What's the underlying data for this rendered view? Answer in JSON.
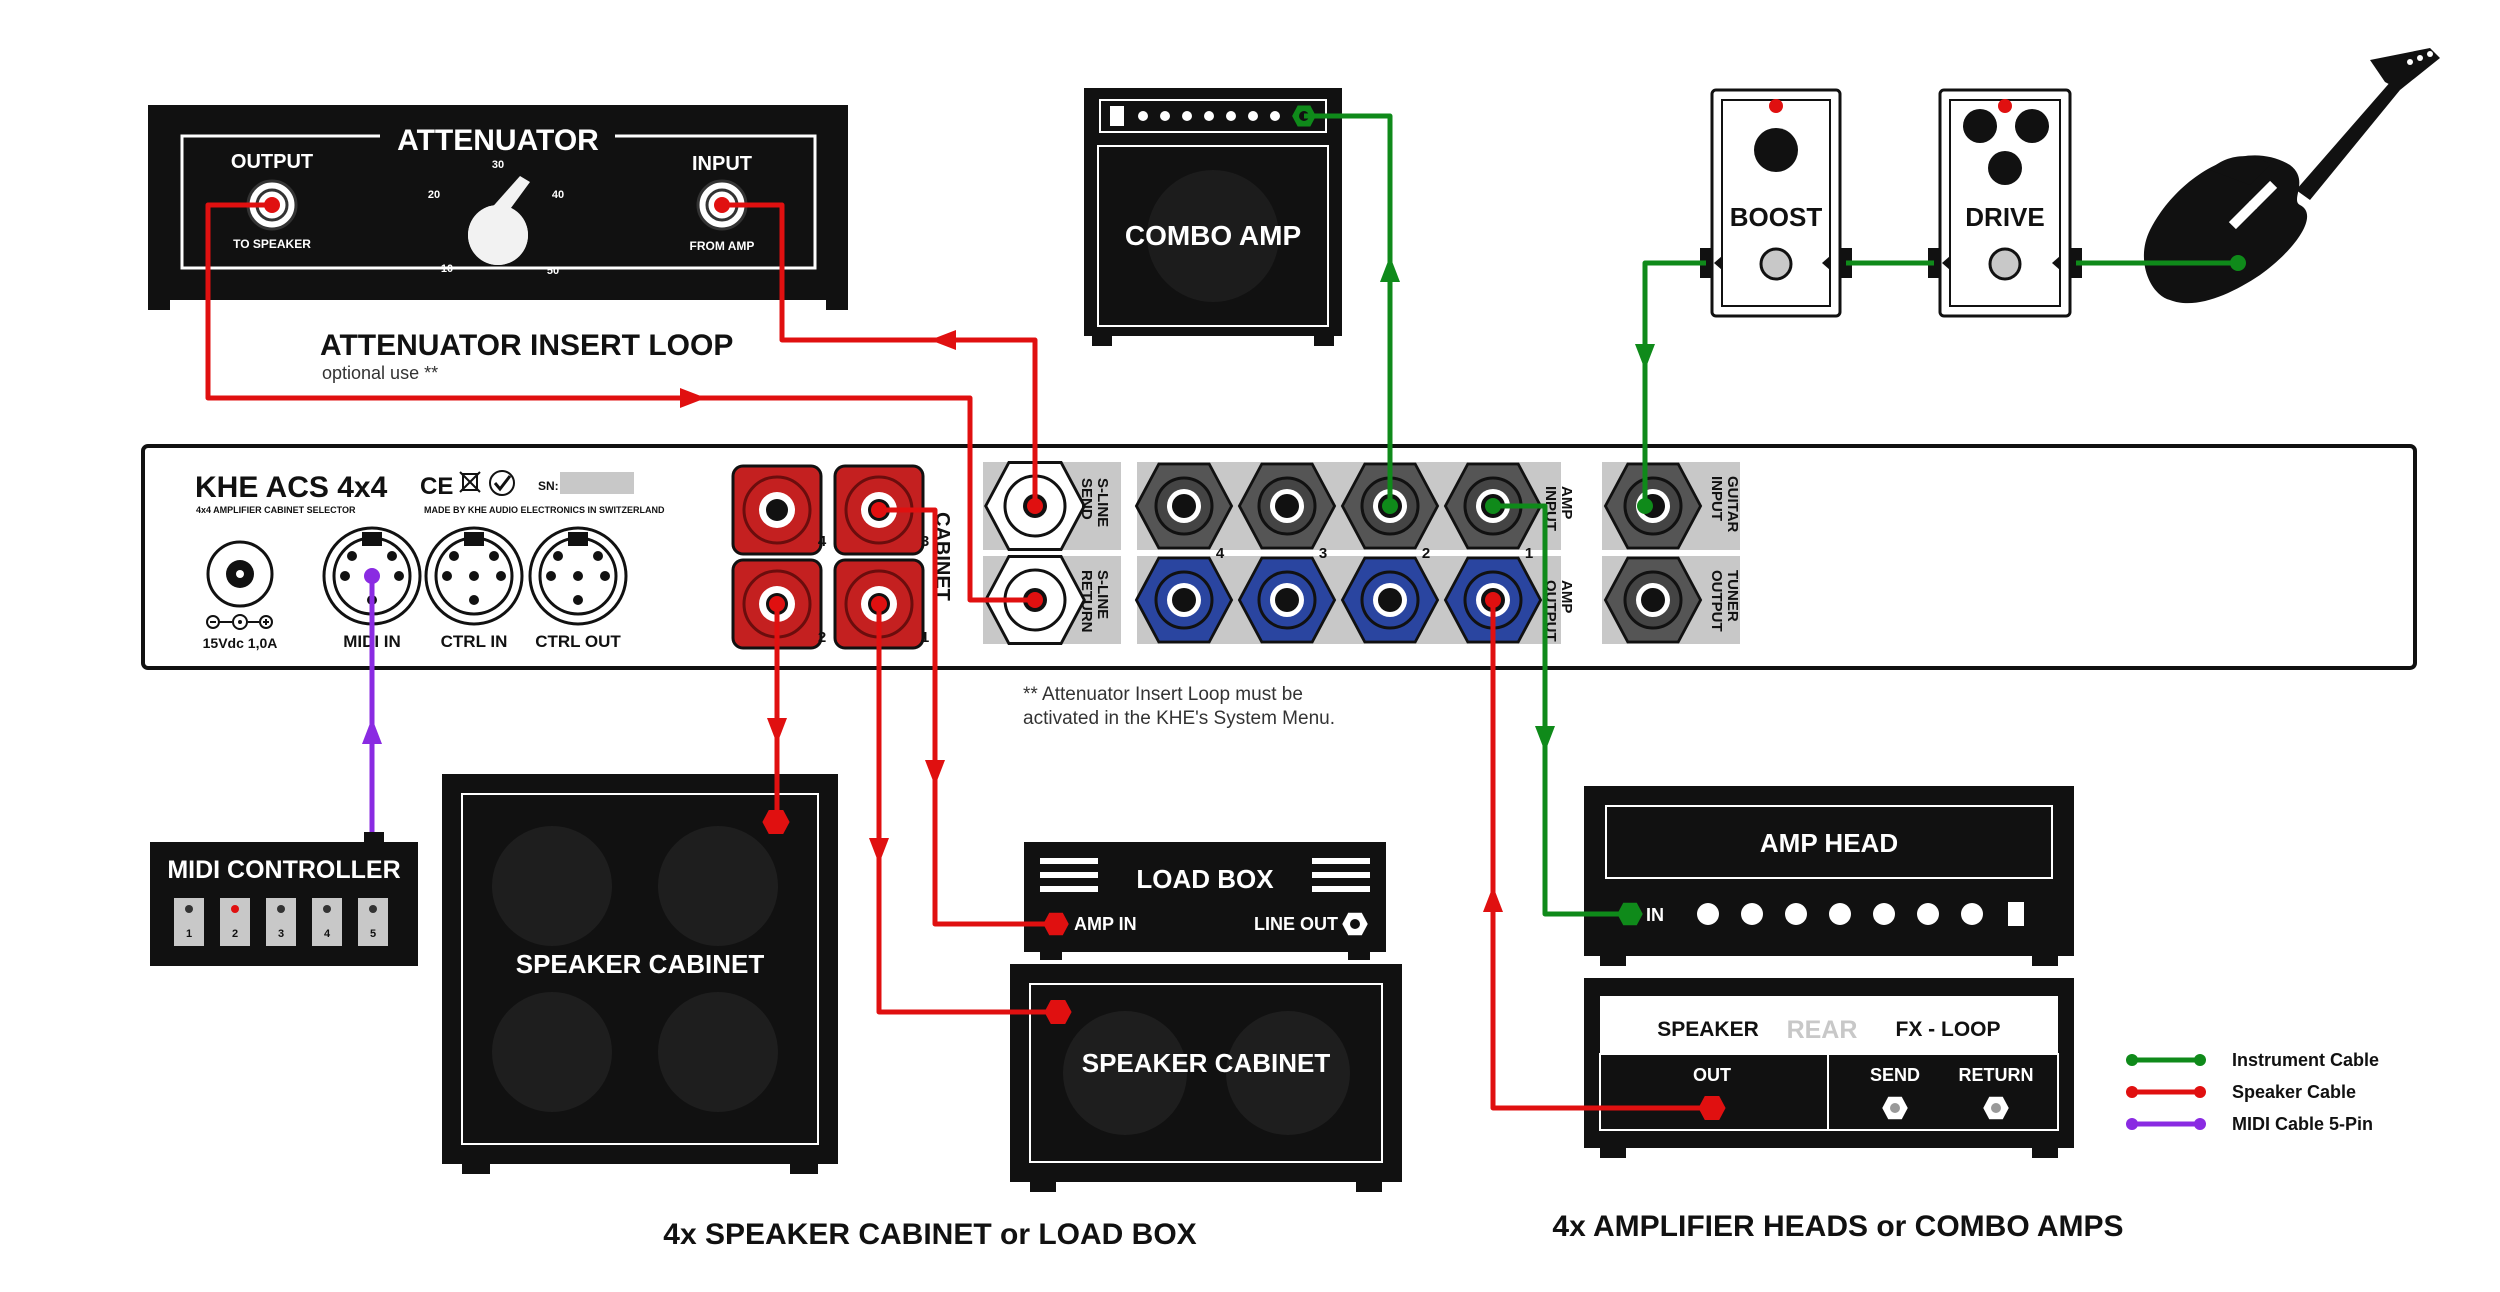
{
  "attenuator": {
    "title": "ATTENUATOR",
    "output_label": "OUTPUT",
    "output_sub": "TO SPEAKER",
    "input_label": "INPUT",
    "input_sub": "FROM AMP",
    "dial": [
      "10",
      "20",
      "30",
      "40",
      "50"
    ],
    "loop_title": "ATTENUATOR INSERT LOOP",
    "loop_sub": "optional use **"
  },
  "combo_amp": {
    "label": "COMBO AMP"
  },
  "pedals": {
    "boost": "BOOST",
    "drive": "DRIVE"
  },
  "khe": {
    "model": "KHE ACS 4x4",
    "subtitle": "4x4 AMPLIFIER CABINET SELECTOR",
    "made_by": "MADE BY KHE AUDIO ELECTRONICS IN SWITZERLAND",
    "sn": "SN:",
    "ce": "CE",
    "power": "15Vdc 1,0A",
    "midi_in": "MIDI IN",
    "ctrl_in": "CTRL IN",
    "ctrl_out": "CTRL OUT",
    "cabinet": "CABINET",
    "cab_nums": [
      "4",
      "3",
      "2",
      "1"
    ],
    "sline_send": [
      "S-LINE",
      "SEND"
    ],
    "sline_return": [
      "S-LINE",
      "RETURN"
    ],
    "amp_nums": [
      "4",
      "3",
      "2",
      "1"
    ],
    "amp_input": [
      "AMP",
      "INPUT"
    ],
    "amp_output": [
      "AMP",
      "OUTPUT"
    ],
    "guitar_input": [
      "GUITAR",
      "INPUT"
    ],
    "tuner_output": [
      "TUNER",
      "OUTPUT"
    ]
  },
  "note": {
    "line1": "** Attenuator Insert Loop must be",
    "line2": "activated in the KHE's System Menu."
  },
  "midi_controller": {
    "label": "MIDI CONTROLLER",
    "buttons": [
      "1",
      "2",
      "3",
      "4",
      "5"
    ]
  },
  "speaker_cabinet": "SPEAKER CABINET",
  "load_box": {
    "label": "LOAD BOX",
    "amp_in": "AMP IN",
    "line_out": "LINE OUT"
  },
  "amp_head": {
    "label": "AMP HEAD",
    "in": "IN"
  },
  "amp_rear": {
    "speaker": "SPEAKER",
    "rear": "REAR",
    "fx_loop": "FX - LOOP",
    "out": "OUT",
    "send": "SEND",
    "return": "RETURN"
  },
  "captions": {
    "left": "4x SPEAKER CABINET or LOAD BOX",
    "right": "4x AMPLIFIER HEADS or COMBO AMPS"
  },
  "legend": [
    {
      "label": "Instrument Cable",
      "color": "#0f8a1a"
    },
    {
      "label": "Speaker Cable",
      "color": "#e01010"
    },
    {
      "label": "MIDI Cable 5-Pin",
      "color": "#8a2be2"
    }
  ],
  "colors": {
    "instrument": "#0f8a1a",
    "speaker": "#e01010",
    "midi": "#8a2be2",
    "panel_gray": "#c8c8c8",
    "jack_red": "#c42020",
    "jack_blue": "#2a45a0",
    "jack_gray": "#555555"
  }
}
